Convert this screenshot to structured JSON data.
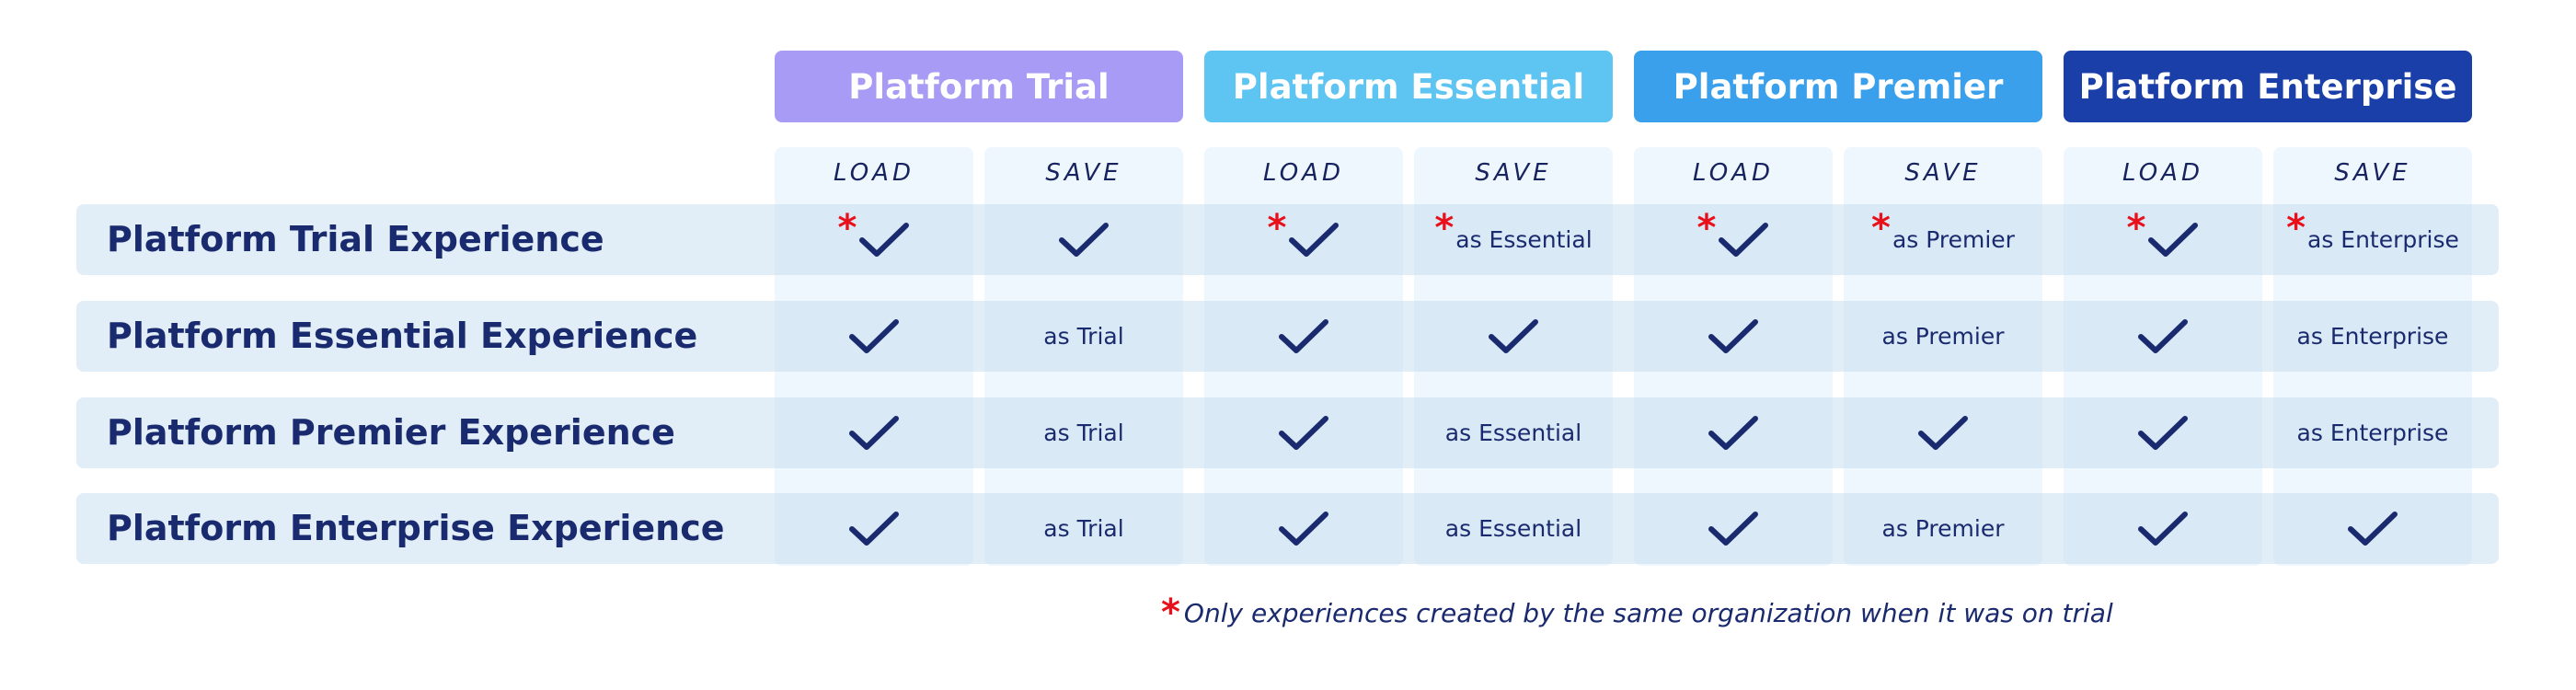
{
  "plans": [
    {
      "label": "Platform Trial",
      "color": "#a89bf5"
    },
    {
      "label": "Platform Essential",
      "color": "#5ec4f2"
    },
    {
      "label": "Platform Premier",
      "color": "#3aa0ec"
    },
    {
      "label": "Platform Enterprise",
      "color": "#1a3fa8"
    }
  ],
  "sub_labels": {
    "load": "LOAD",
    "save": "SAVE"
  },
  "rows": [
    {
      "label": "Platform Trial Experience",
      "cells": [
        {
          "type": "check",
          "star": true
        },
        {
          "type": "check",
          "star": false
        },
        {
          "type": "check",
          "star": true
        },
        {
          "type": "text",
          "text": "as Essential",
          "star": true
        },
        {
          "type": "check",
          "star": true
        },
        {
          "type": "text",
          "text": "as Premier",
          "star": true
        },
        {
          "type": "check",
          "star": true
        },
        {
          "type": "text",
          "text": "as Enterprise",
          "star": true
        }
      ]
    },
    {
      "label": "Platform Essential Experience",
      "cells": [
        {
          "type": "check",
          "star": false
        },
        {
          "type": "text",
          "text": "as Trial",
          "star": false
        },
        {
          "type": "check",
          "star": false
        },
        {
          "type": "check",
          "star": false
        },
        {
          "type": "check",
          "star": false
        },
        {
          "type": "text",
          "text": "as Premier",
          "star": false
        },
        {
          "type": "check",
          "star": false
        },
        {
          "type": "text",
          "text": "as Enterprise",
          "star": false
        }
      ]
    },
    {
      "label": "Platform Premier Experience",
      "cells": [
        {
          "type": "check",
          "star": false
        },
        {
          "type": "text",
          "text": "as Trial",
          "star": false
        },
        {
          "type": "check",
          "star": false
        },
        {
          "type": "text",
          "text": "as Essential",
          "star": false
        },
        {
          "type": "check",
          "star": false
        },
        {
          "type": "check",
          "star": false
        },
        {
          "type": "check",
          "star": false
        },
        {
          "type": "text",
          "text": "as Enterprise",
          "star": false
        }
      ]
    },
    {
      "label": "Platform Enterprise Experience",
      "cells": [
        {
          "type": "check",
          "star": false
        },
        {
          "type": "text",
          "text": "as Trial",
          "star": false
        },
        {
          "type": "check",
          "star": false
        },
        {
          "type": "text",
          "text": "as Essential",
          "star": false
        },
        {
          "type": "check",
          "star": false
        },
        {
          "type": "text",
          "text": "as Premier",
          "star": false
        },
        {
          "type": "check",
          "star": false
        },
        {
          "type": "check",
          "star": false
        }
      ]
    }
  ],
  "footnote": {
    "star": "*",
    "text": "Only experiences created by the same organization when it was on trial"
  },
  "colors": {
    "text": "#1a2a6e",
    "check": "#1a2a6e",
    "star": "#e8101a",
    "column_bg": "#eef7fd",
    "row_band": "#c8def0"
  }
}
